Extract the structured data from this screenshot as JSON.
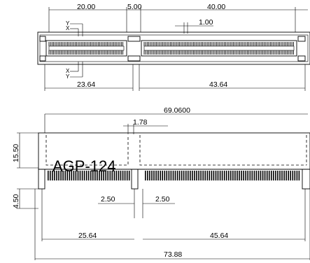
{
  "drawing": {
    "part_label": "AGP-124",
    "top_view": {
      "dims_top": [
        "20.00",
        "5.00",
        "40.00"
      ],
      "pitch_top": "1.00",
      "dims_bottom": [
        "23.64",
        "43.64"
      ],
      "axis_labels_top": [
        "Y",
        "X"
      ],
      "axis_labels_bottom": [
        "X",
        "Y"
      ]
    },
    "side_view": {
      "overall_top": "69.0600",
      "key_gap": "1.78",
      "height": "15.50",
      "pin_length": "4.50",
      "offsets": [
        "2.50",
        "2.50"
      ],
      "segment_lengths": [
        "25.64",
        "45.64"
      ],
      "overall_bottom": "73.88"
    }
  }
}
